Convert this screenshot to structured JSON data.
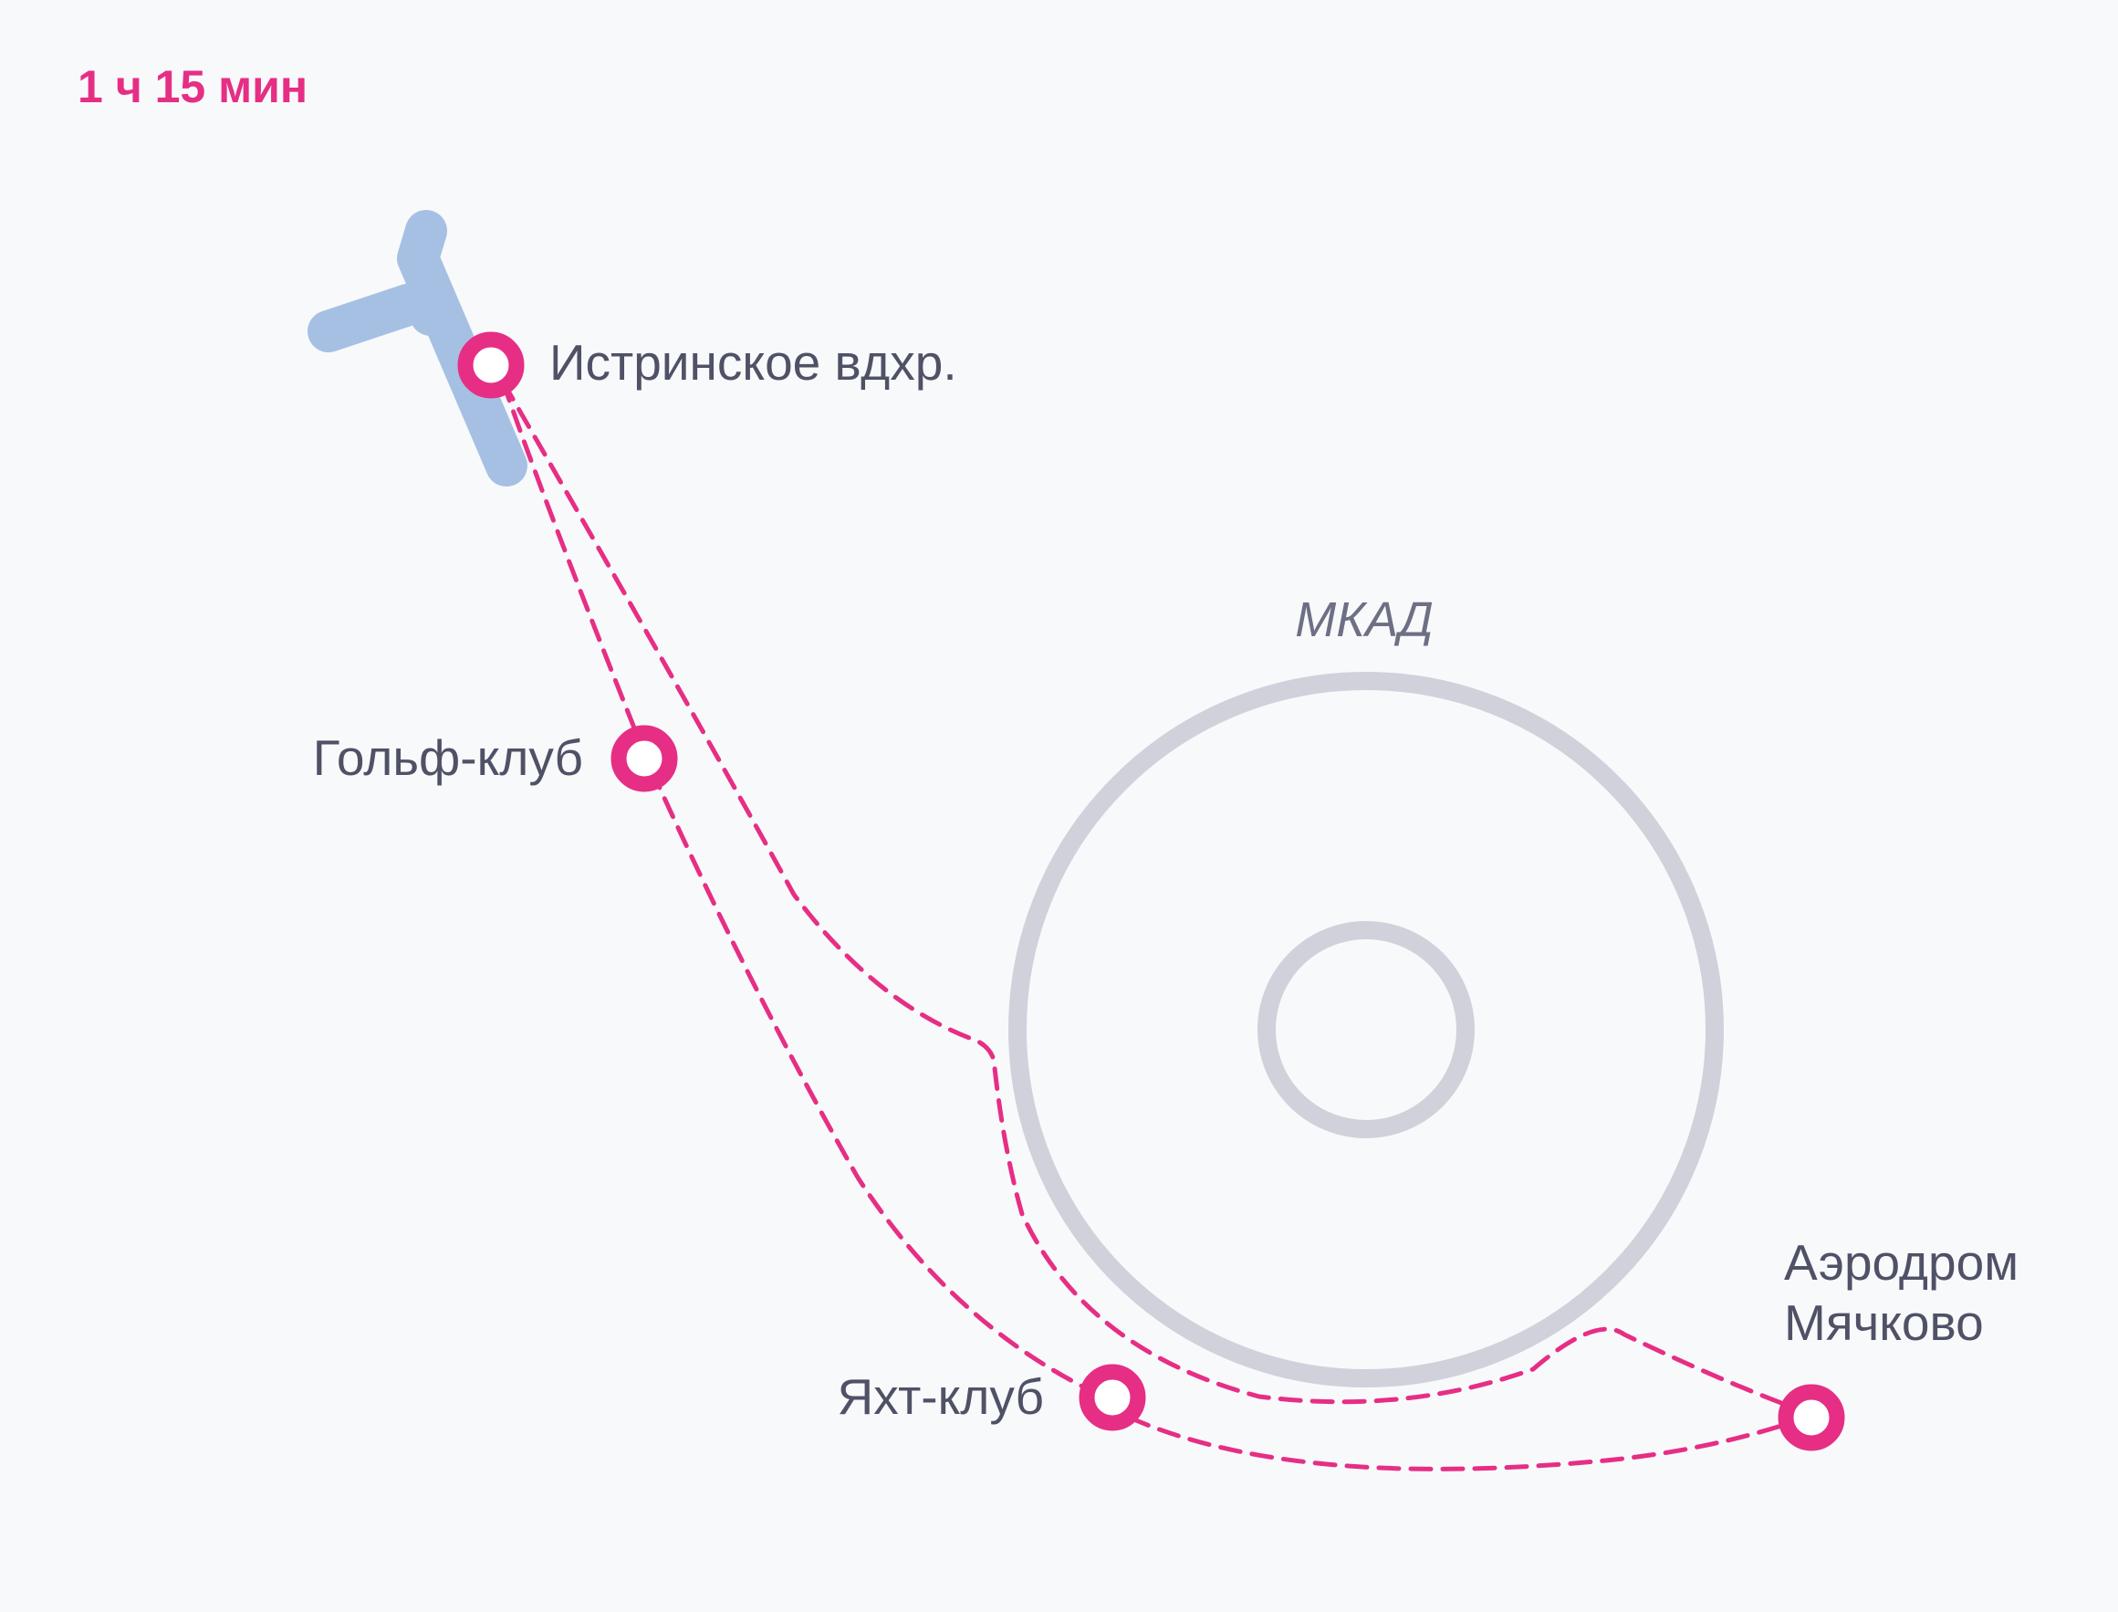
{
  "route": {
    "duration": "1 ч 15 мин"
  },
  "landmarks": {
    "ring_road": "МКАД"
  },
  "stops": [
    {
      "name": "Истринское вдхр."
    },
    {
      "name": "Гольф-клуб"
    },
    {
      "name": "Яхт-клуб"
    },
    {
      "name": "Аэродром",
      "name_line2": "Мячково"
    }
  ],
  "colors": {
    "background": "#f8f9fb",
    "accent": "#e62e85",
    "reservoir": "#a6c0e4",
    "ring_road": "#d1d1db",
    "label_text": "#4f5266"
  },
  "icons": {
    "stop_marker": "circle-ring-icon",
    "reservoir": "reservoir-shape"
  }
}
